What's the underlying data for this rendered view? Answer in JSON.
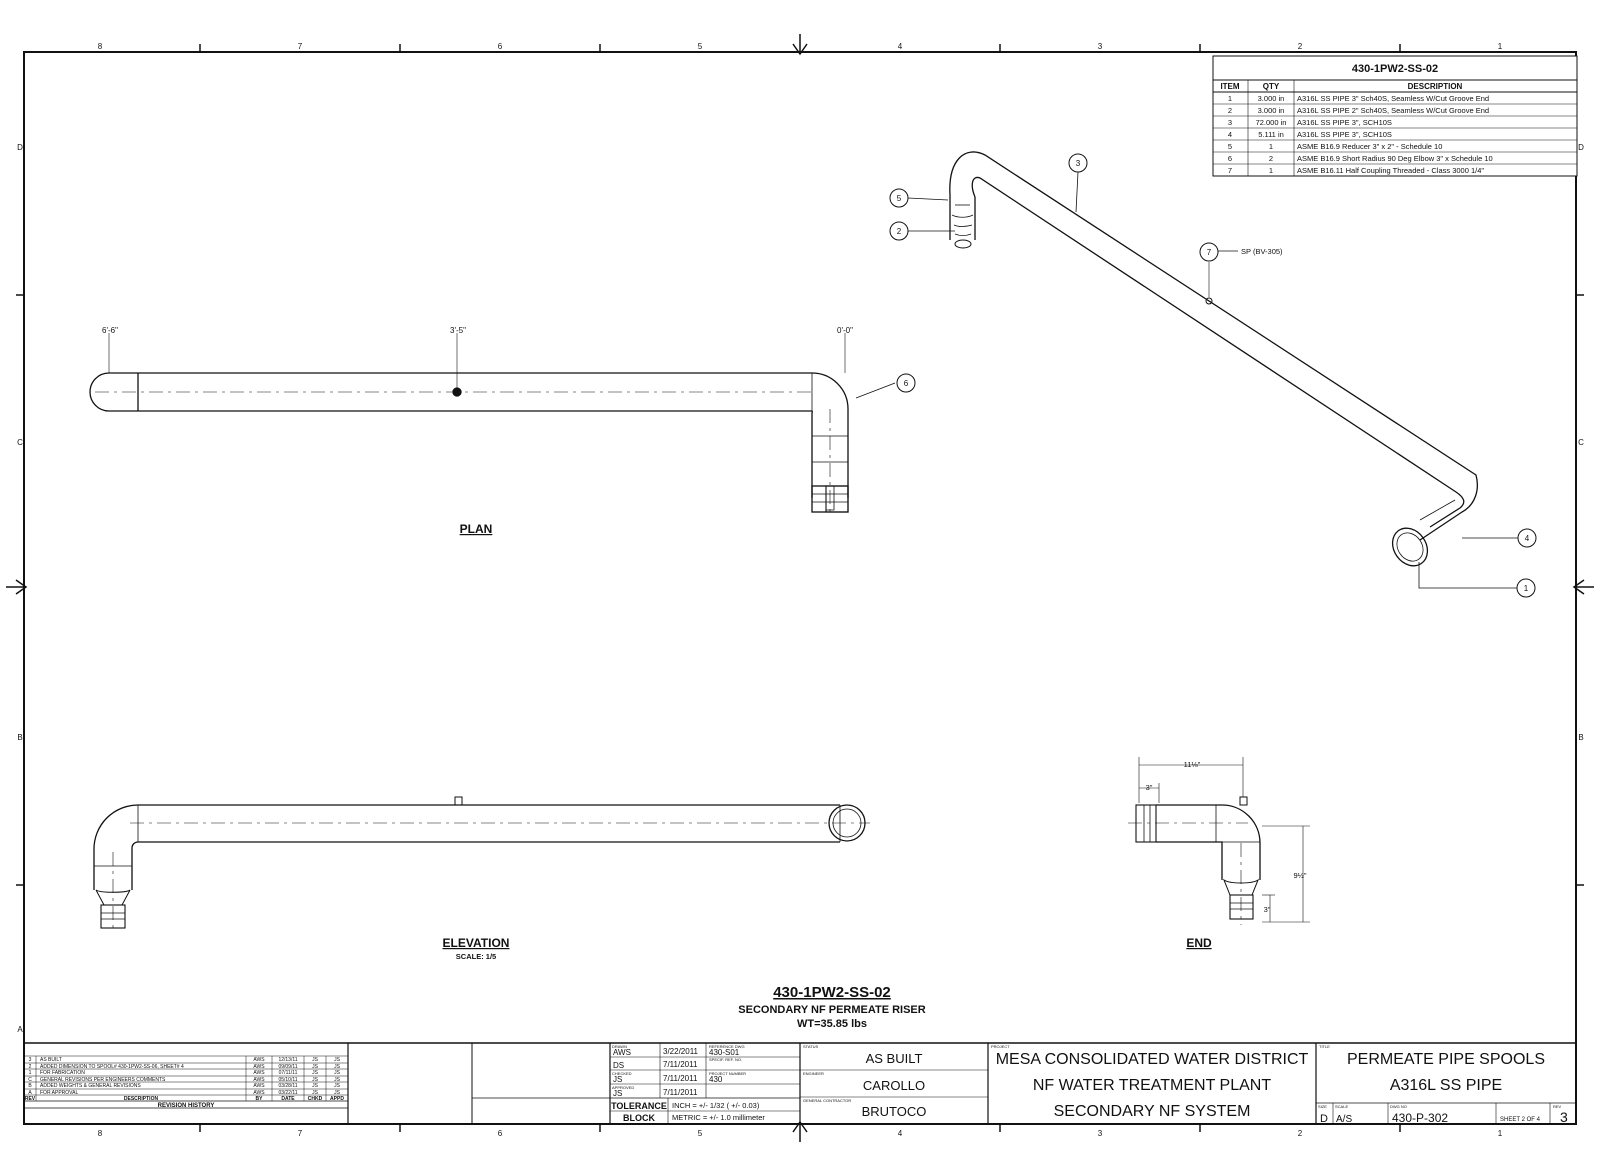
{
  "border": {
    "cols_top": [
      "8",
      "7",
      "6",
      "5",
      "4",
      "3",
      "2",
      "1"
    ],
    "rows_side": [
      "D",
      "C",
      "B",
      "A"
    ]
  },
  "bom": {
    "title": "430-1PW2-SS-02",
    "headers": [
      "ITEM",
      "QTY",
      "DESCRIPTION"
    ],
    "rows": [
      [
        "1",
        "3.000 in",
        "A316L SS PIPE 3\" Sch40S, Seamless W/Cut Groove End"
      ],
      [
        "2",
        "3.000 in",
        "A316L SS PIPE 2\" Sch40S, Seamless W/Cut Groove End"
      ],
      [
        "3",
        "72.000 in",
        "A316L SS PIPE 3\", SCH10S"
      ],
      [
        "4",
        "5.111 in",
        "A316L SS PIPE 3\", SCH10S"
      ],
      [
        "5",
        "1",
        "ASME B16.9 Reducer 3\" x 2\" - Schedule 10"
      ],
      [
        "6",
        "2",
        "ASME B16.9 Short Radius 90 Deg Elbow 3\" x Schedule 10"
      ],
      [
        "7",
        "1",
        "ASME B16.11 Half Coupling Threaded - Class 3000 1/4\""
      ]
    ]
  },
  "views": {
    "plan": "PLAN",
    "elevation": "ELEVATION",
    "elevation_scale": "SCALE: 1/5",
    "end": "END"
  },
  "dims": {
    "plan_left": "6'-6\"",
    "plan_mid": "3'-5\"",
    "plan_right": "0'-0\"",
    "end_width": "11⅛\"",
    "end_small": "3\"",
    "end_height": "9½\"",
    "end_low": "3\""
  },
  "balloons": {
    "b1": "1",
    "b2": "2",
    "b3": "3",
    "b4": "4",
    "b5": "5",
    "b6": "6",
    "b7": "7",
    "sp_note": "SP (BV-305)"
  },
  "center": {
    "title": "430-1PW2-SS-02",
    "subtitle": "SECONDARY NF PERMEATE RISER",
    "weight": "WT=35.85 lbs"
  },
  "revisions": {
    "rows": [
      [
        "3",
        "AS BUILT",
        "AWS",
        "12/13/11",
        "JS",
        "JS"
      ],
      [
        "2",
        "ADDED DIMENSION TO SPOOL# 430-1PW2-SS-06, SHEET# 4",
        "AWS",
        "09/09/11",
        "JS",
        "JS"
      ],
      [
        "1",
        "FOR FABRICATION",
        "AWS",
        "07/11/11",
        "JS",
        "JS"
      ],
      [
        "C",
        "GENERAL REVISIONS PER ENGINEERS COMMENTS",
        "AWS",
        "05/10/11",
        "JS",
        "JS"
      ],
      [
        "B",
        "ADDED WEIGHTS & GENERAL REVISIONS",
        "AWS",
        "03/28/11",
        "JS",
        "JS"
      ],
      [
        "A",
        "FOR APPROVAL",
        "AWS",
        "03/22/11",
        "JS",
        "JS"
      ]
    ],
    "headers": [
      "REV",
      "DESCRIPTION",
      "BY",
      "DATE",
      "CHKD",
      "APPD"
    ],
    "footer": "REVISION HISTORY"
  },
  "approvals": {
    "drawn_label": "DRAWN",
    "drawn_by": "AWS",
    "drawn_date": "3/22/2011",
    "ds_by": "DS",
    "ds_date": "7/11/2011",
    "chk_label": "CHECKED",
    "chk_by": "JS",
    "chk_date": "7/11/2011",
    "appd_label": "APPROVED",
    "appd_by": "JS",
    "appd_date": "7/11/2011",
    "ref_dwg_label": "REFERENCE DWG",
    "ref_dwg": "430-S01",
    "spec_label": "SPECIF. REF. NO.",
    "proj_num_label": "PROJECT NUMBER",
    "proj_num": "430",
    "tolerance_label": "TOLERANCE",
    "block_label": "BLOCK",
    "tol_inch": "INCH = +/- 1/32 ( +/- 0.03)",
    "tol_metric": "METRIC = +/- 1.0 millimeter"
  },
  "status": {
    "status_label": "STATUS",
    "status": "AS BUILT",
    "engineer_label": "ENGINEER",
    "engineer": "CAROLLO",
    "contractor_label": "GENERAL CONTRACTOR",
    "contractor": "BRUTOCO"
  },
  "project": {
    "label": "PROJECT",
    "line1": "MESA CONSOLIDATED WATER DISTRICT",
    "line2": "NF WATER TREATMENT PLANT",
    "line3": "SECONDARY NF SYSTEM"
  },
  "title": {
    "label": "TITLE",
    "line1": "PERMEATE PIPE SPOOLS",
    "line2": "A316L SS PIPE",
    "size_label": "SIZE",
    "size": "D",
    "scale_label": "SCALE",
    "scale": "A/S",
    "dwg_label": "DWG NO",
    "dwg": "430-P-302",
    "sheet": "SHEET 2 OF 4",
    "rev_label": "REV",
    "rev": "3"
  }
}
